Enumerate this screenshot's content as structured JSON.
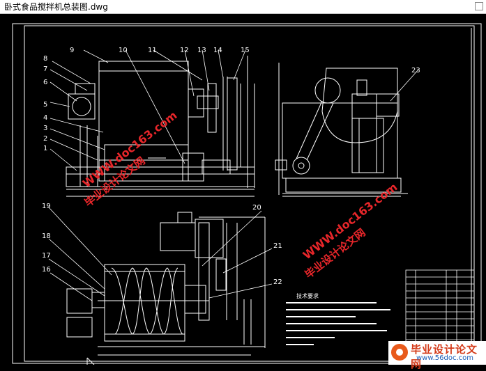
{
  "window": {
    "title": "卧式食品搅拌机总装图.dwg"
  },
  "drawing": {
    "callouts_top": [
      "1",
      "2",
      "3",
      "4",
      "5",
      "6",
      "7",
      "8",
      "9",
      "10",
      "11",
      "12",
      "13",
      "14",
      "15",
      "23"
    ],
    "callouts_bottom": [
      "16",
      "17",
      "18",
      "19",
      "20",
      "21",
      "22"
    ],
    "notes_title": "技术要求"
  },
  "watermark": {
    "site": "WWW.doc163.com",
    "cn": "毕业设计论文网",
    "brand_cn": "毕业设计论文网",
    "brand_url": "www.56doc.com"
  },
  "colors": {
    "background": "#000000",
    "lines": "#ffffff",
    "watermark": "#e8262a"
  }
}
